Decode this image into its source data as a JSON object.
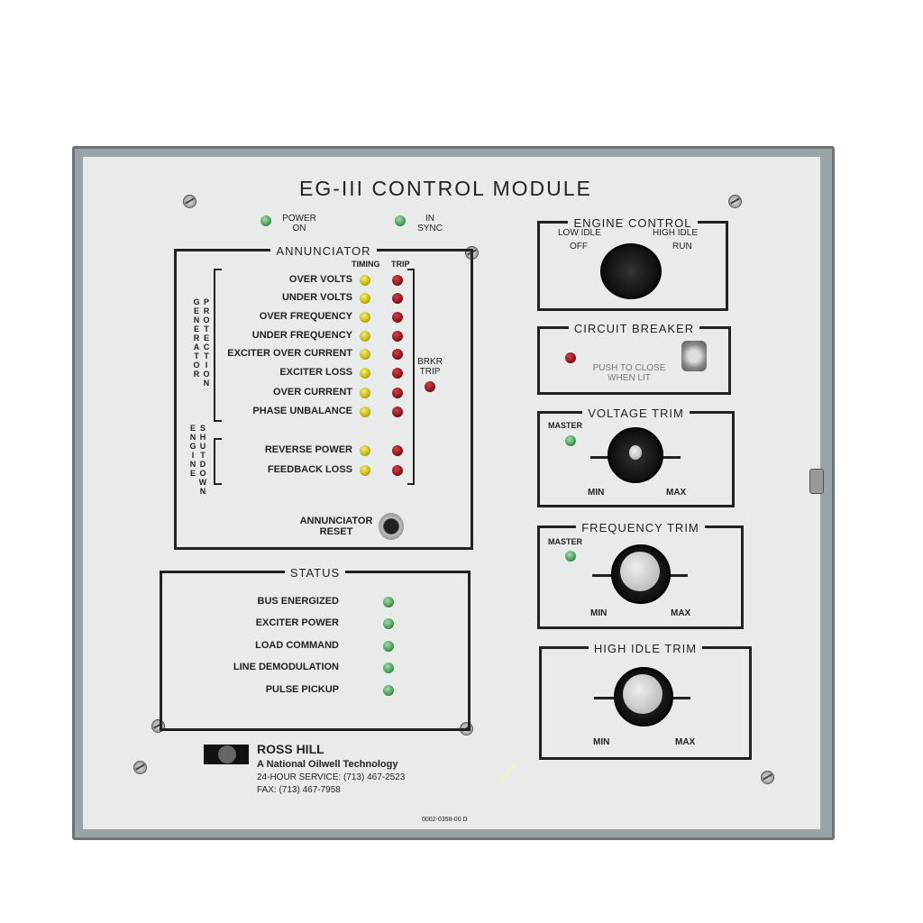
{
  "title": "EG-III CONTROL MODULE",
  "indicators": {
    "power_on": "POWER ON",
    "in_sync": "IN SYNC"
  },
  "annunciator": {
    "title": "ANNUNCIATOR",
    "timing": "TIMING",
    "trip": "TRIP",
    "group_generator": "GENERATOR PROTECTION",
    "group_engine": "ENGINE SHUTDOWN",
    "rows": [
      "OVER VOLTS",
      "UNDER VOLTS",
      "OVER FREQUENCY",
      "UNDER FREQUENCY",
      "EXCITER OVER CURRENT",
      "EXCITER LOSS",
      "OVER CURRENT",
      "PHASE UNBALANCE",
      "REVERSE POWER",
      "FEEDBACK LOSS"
    ],
    "brkr_trip": "BRKR TRIP",
    "reset": "ANNUNCIATOR RESET"
  },
  "status": {
    "title": "STATUS",
    "rows": [
      "BUS ENERGIZED",
      "EXCITER POWER",
      "LOAD COMMAND",
      "LINE DEMODULATION",
      "PULSE PICKUP"
    ]
  },
  "engine_control": {
    "title": "ENGINE CONTROL",
    "low_idle": "LOW IDLE",
    "off": "OFF",
    "high_idle": "HIGH IDLE",
    "run": "RUN"
  },
  "circuit_breaker": {
    "title": "CIRCUIT BREAKER",
    "note": "PUSH TO CLOSE WHEN LIT"
  },
  "voltage_trim": {
    "title": "VOLTAGE TRIM",
    "master": "MASTER",
    "min": "MIN",
    "max": "MAX"
  },
  "frequency_trim": {
    "title": "FREQUENCY TRIM",
    "master": "MASTER",
    "min": "MIN",
    "max": "MAX"
  },
  "high_idle_trim": {
    "title": "HIGH IDLE TRIM",
    "min": "MIN",
    "max": "MAX"
  },
  "brand": {
    "name": "ROSS HILL",
    "tagline": "A National Oilwell Technology",
    "service": "24-HOUR SERVICE: (713) 467-2523",
    "fax": "FAX: (713) 467-7958"
  },
  "part_number": "0002-0358-00 D"
}
